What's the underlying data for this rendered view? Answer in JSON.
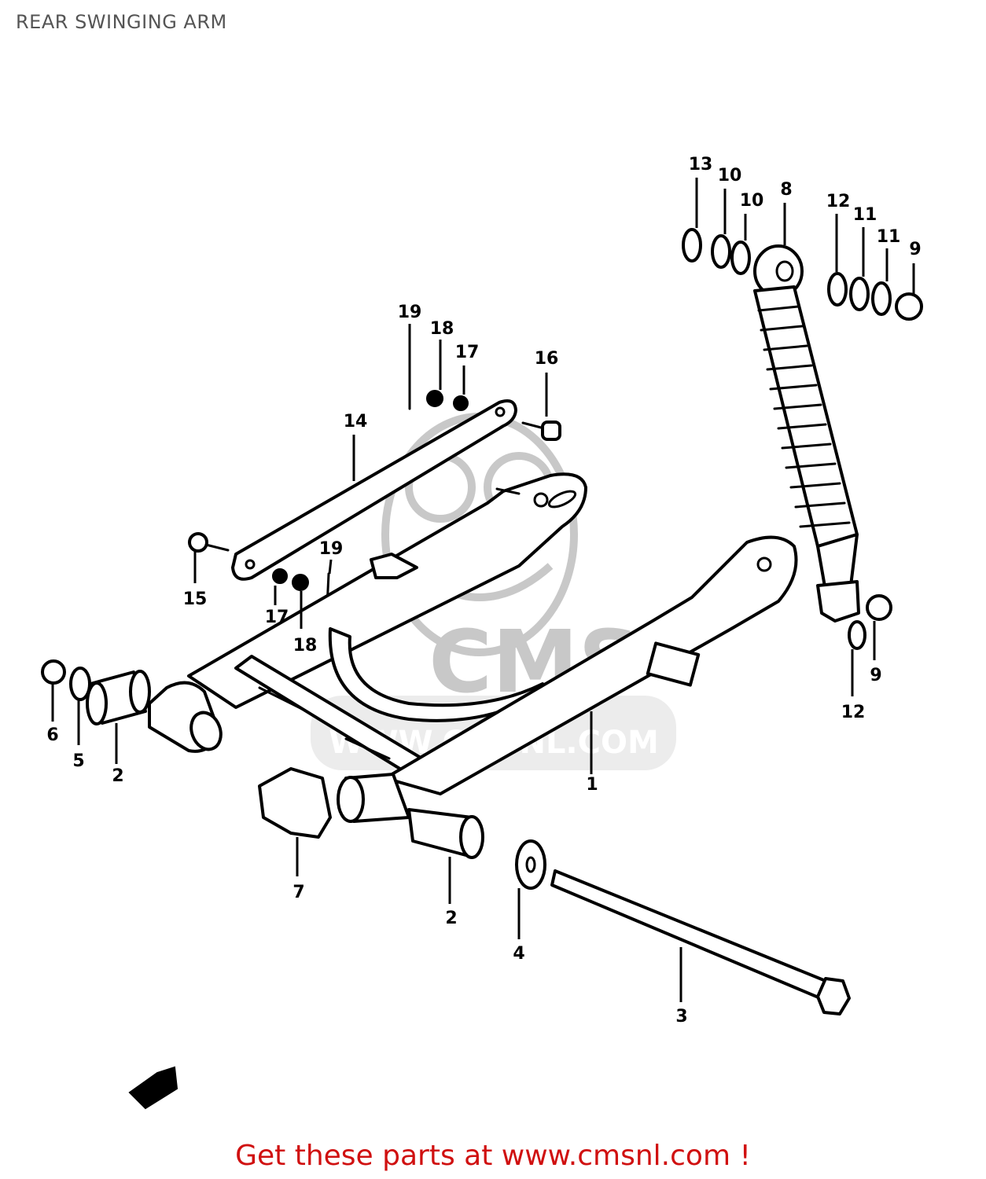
{
  "title": "REAR SWINGING ARM",
  "footer": "Get these parts at www.cmsnl.com !",
  "watermark": {
    "text": "CMS",
    "url": "WWW.CMSNL.COM",
    "color": "#c8c8c8"
  },
  "colors": {
    "footer": "#d01010",
    "title": "#555555",
    "line": "#000000"
  },
  "callouts": [
    {
      "id": "c1",
      "label": "1"
    },
    {
      "id": "c2a",
      "label": "2"
    },
    {
      "id": "c2b",
      "label": "2"
    },
    {
      "id": "c3",
      "label": "3"
    },
    {
      "id": "c4",
      "label": "4"
    },
    {
      "id": "c5",
      "label": "5"
    },
    {
      "id": "c6",
      "label": "6"
    },
    {
      "id": "c7",
      "label": "7"
    },
    {
      "id": "c8",
      "label": "8"
    },
    {
      "id": "c9a",
      "label": "9"
    },
    {
      "id": "c9b",
      "label": "9"
    },
    {
      "id": "c10a",
      "label": "10"
    },
    {
      "id": "c10b",
      "label": "10"
    },
    {
      "id": "c11a",
      "label": "11"
    },
    {
      "id": "c11b",
      "label": "11"
    },
    {
      "id": "c12a",
      "label": "12"
    },
    {
      "id": "c12b",
      "label": "12"
    },
    {
      "id": "c13",
      "label": "13"
    },
    {
      "id": "c14",
      "label": "14"
    },
    {
      "id": "c15",
      "label": "15"
    },
    {
      "id": "c16",
      "label": "16"
    },
    {
      "id": "c17a",
      "label": "17"
    },
    {
      "id": "c17b",
      "label": "17"
    },
    {
      "id": "c18a",
      "label": "18"
    },
    {
      "id": "c18b",
      "label": "18"
    },
    {
      "id": "c19a",
      "label": "19"
    },
    {
      "id": "c19b",
      "label": "19"
    }
  ]
}
